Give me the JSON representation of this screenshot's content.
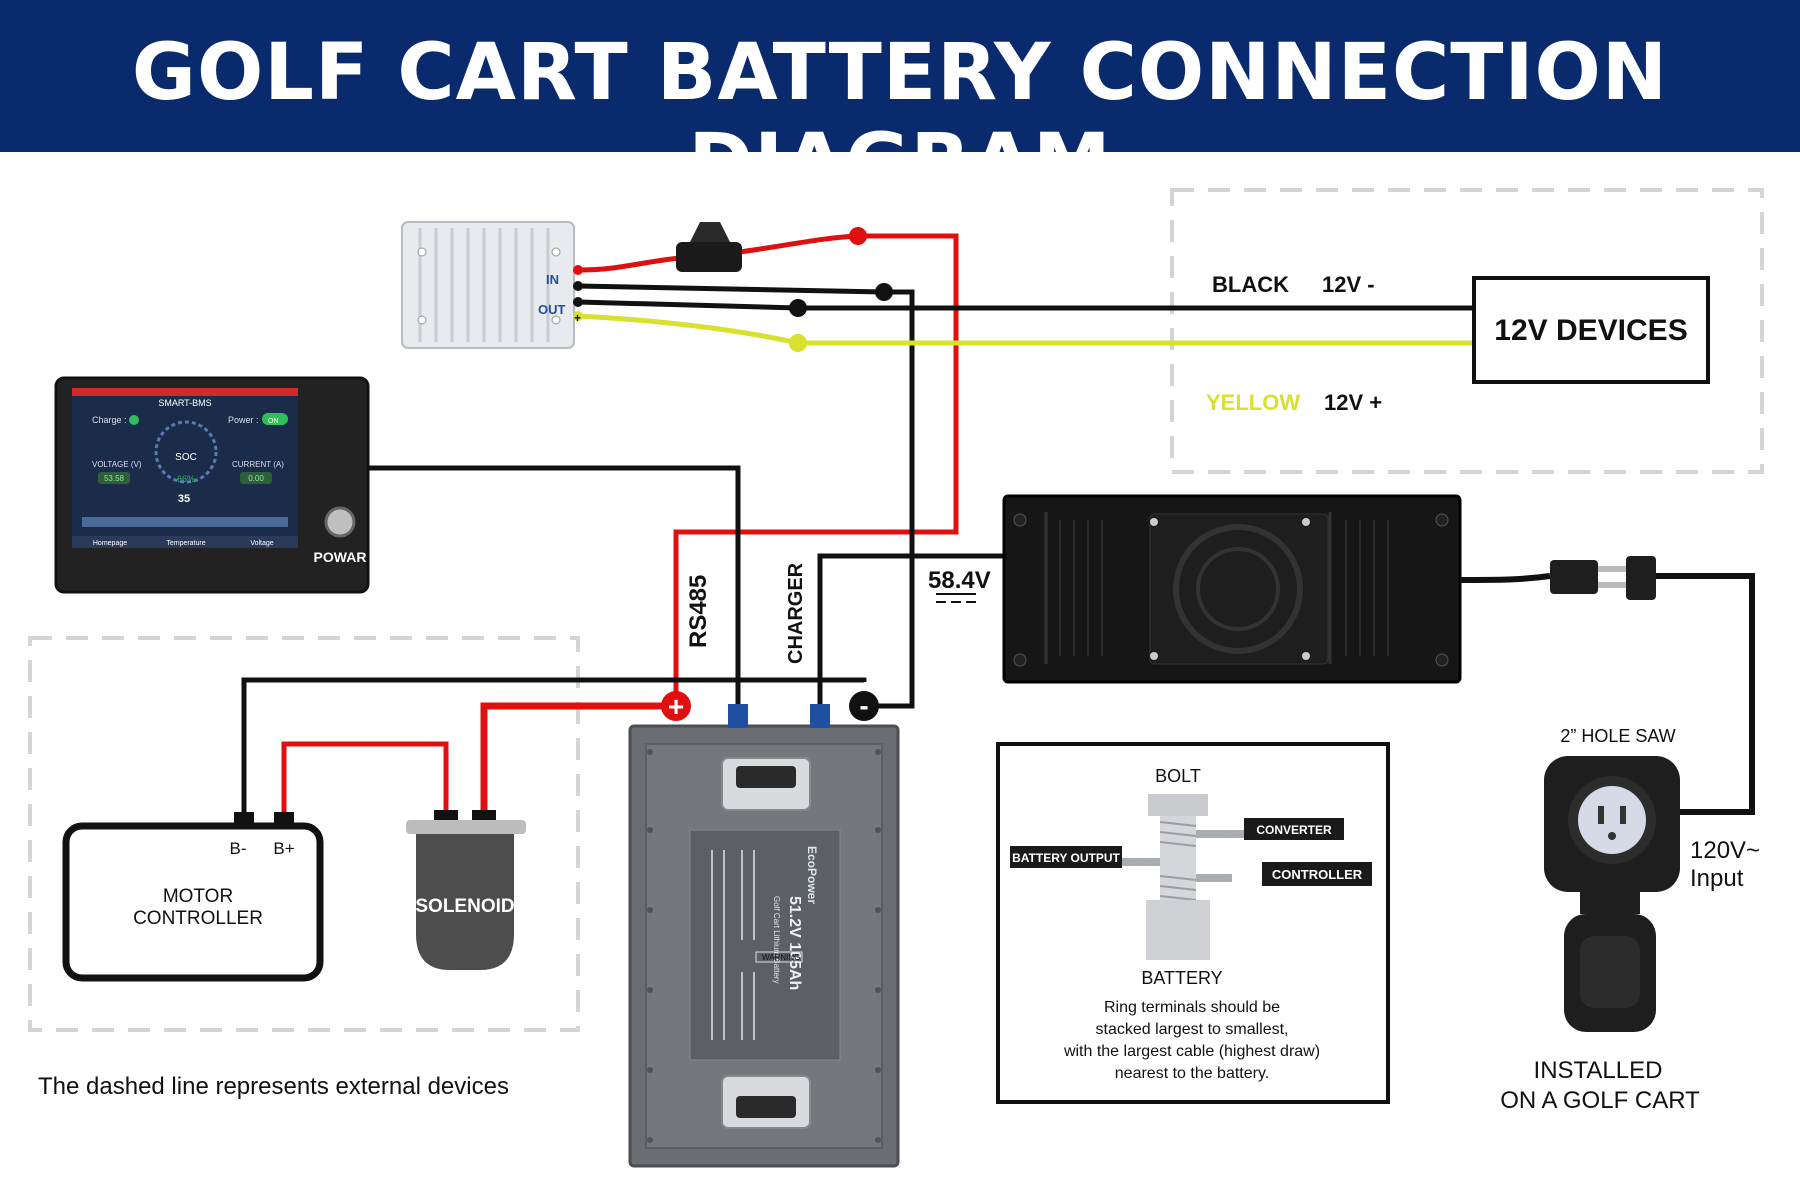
{
  "title": "GOLF CART BATTERY CONNECTION DIAGRAM",
  "colors": {
    "header_bg": "#0a2a6e",
    "wire_red": "#e01010",
    "wire_black": "#111111",
    "wire_yellow": "#d8e030",
    "connector_blue": "#1f4fa0"
  },
  "converter": {
    "in_label": "IN",
    "out_label": "OUT",
    "plus_label": "+"
  },
  "bms_display": {
    "brand": "POWAR",
    "screen_title": "SMART-BMS",
    "charge_label": "Charge :",
    "power_label": "Power :",
    "power_state": "ON",
    "voltage_label": "VOLTAGE (V)",
    "voltage_value": "53.58",
    "soc_label": "SOC",
    "soc_value": "66%",
    "current_label": "CURRENT (A)",
    "current_value": "0.00",
    "temp_value": "35",
    "tab_home": "Homepage",
    "tab_temp": "Temperature",
    "tab_voltage": "Voltage"
  },
  "devices_box": {
    "black_label": "BLACK",
    "black_value": "12V -",
    "yellow_label": "YELLOW",
    "yellow_value": "12V +",
    "devices_label": "12V DEVICES"
  },
  "charger": {
    "voltage_label": "58.4V"
  },
  "wire_labels": {
    "rs485": "RS485",
    "charger": "CHARGER"
  },
  "battery": {
    "plus_symbol": "+",
    "minus_symbol": "-",
    "brand": "EcoPower",
    "model": "51.2V 105Ah",
    "subtitle": "Golf Cart Lithium Battery",
    "warning": "WARNING"
  },
  "motor_controller": {
    "b_minus": "B-",
    "b_plus": "B+",
    "line1": "MOTOR",
    "line2": "CONTROLLER"
  },
  "solenoid": {
    "label": "SOLENOID"
  },
  "external_note": "The dashed line represents external devices",
  "bolt_box": {
    "bolt_label": "BOLT",
    "converter_tag": "CONVERTER",
    "battery_output_tag": "BATTERY OUTPUT",
    "controller_tag": "CONTROLLER",
    "battery_label": "BATTERY",
    "note_lines": [
      "Ring terminals should be",
      "stacked largest to smallest,",
      "with the largest cable (highest draw)",
      "nearest to the battery."
    ]
  },
  "inlet": {
    "hole_saw_label": "2” HOLE SAW",
    "input_line1": "120V~",
    "input_line2": "Input",
    "installed_line1": "INSTALLED",
    "installed_line2": "ON A GOLF CART"
  }
}
